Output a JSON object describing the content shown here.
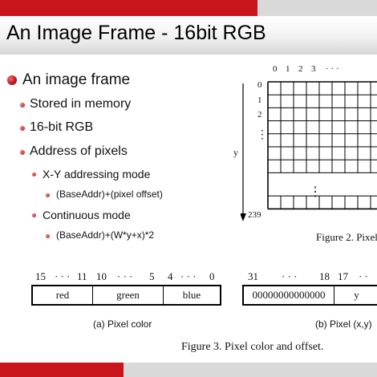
{
  "title": "An Image Frame - 16bit RGB",
  "bullets": {
    "l1": "An image frame",
    "stored": "Stored in memory",
    "rgb": "16-bit RGB",
    "address": "Address of pixels",
    "xy_mode": "X-Y addressing mode",
    "xy_formula": "(BaseAddr)+(pixel offset)",
    "cont_mode": "Continuous mode",
    "cont_formula": "(BaseAddr)+(W*y+x)*2"
  },
  "grid_figure": {
    "col_labels": [
      "0",
      "1",
      "2",
      "3",
      "· · ·"
    ],
    "row_labels": [
      "0",
      "1",
      "2",
      "⋮"
    ],
    "y_axis": "y",
    "last_row": "239",
    "inner_dots": "⋮",
    "caption": "Figure 2. Pixel"
  },
  "pixel_color": {
    "bits": [
      "15",
      "· · ·",
      "11",
      "10",
      "· · ·",
      "5",
      "4",
      "· · ·",
      "0"
    ],
    "fields": [
      "red",
      "green",
      "blue"
    ],
    "caption": "(a) Pixel color"
  },
  "pixel_offset": {
    "bits": [
      "31",
      "· · ·",
      "18",
      "17",
      "· ·"
    ],
    "fields": [
      "00000000000000",
      "y"
    ],
    "caption": "(b) Pixel (x,y)"
  },
  "figure3_caption": "Figure 3. Pixel color and offset.",
  "colors": {
    "accent_red": "#c8141a",
    "stripe_gray": "#d9d9d9"
  }
}
